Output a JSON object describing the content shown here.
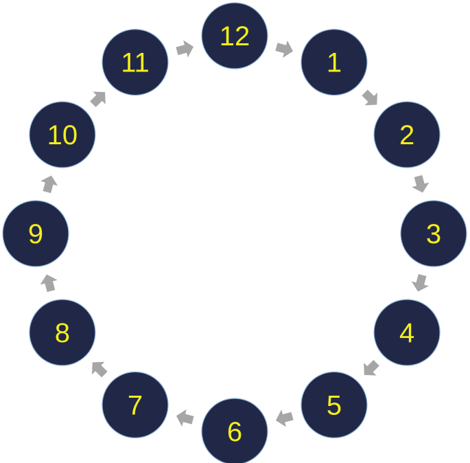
{
  "colors": {
    "node_fill": "#212847",
    "label": "#f5ee1a",
    "arrow": "#a6a6a6",
    "background": "#ffffff"
  },
  "cycle": {
    "nodes": [
      {
        "label": "12"
      },
      {
        "label": "1"
      },
      {
        "label": "2"
      },
      {
        "label": "3"
      },
      {
        "label": "4"
      },
      {
        "label": "5"
      },
      {
        "label": "6"
      },
      {
        "label": "7"
      },
      {
        "label": "8"
      },
      {
        "label": "9"
      },
      {
        "label": "10"
      },
      {
        "label": "11"
      }
    ],
    "arrow_icon": "arrow-right-icon",
    "direction": "clockwise"
  }
}
